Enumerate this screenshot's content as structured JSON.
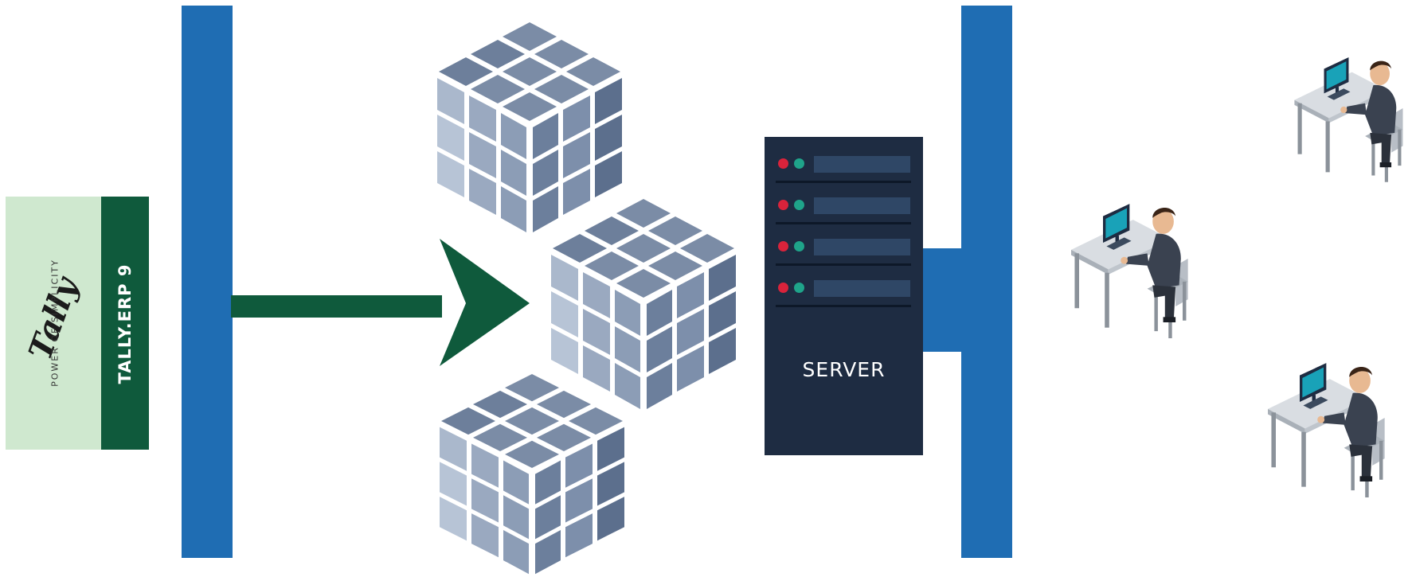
{
  "tally": {
    "logo_text": "Tally",
    "tagline": "POWER OF SIMPLICITY",
    "product": "TALLY.ERP 9",
    "colors": {
      "light_panel": "#cfe8cf",
      "dark_panel": "#0f5a3c"
    }
  },
  "server": {
    "label": "SERVER",
    "rack_rows": 4,
    "colors": {
      "body": "#1e2c42",
      "led_red": "#d9233b",
      "led_green": "#1fa48a"
    }
  },
  "colors": {
    "bus": "#1f6db3",
    "arrow": "#0f5a3c",
    "cube_light": "#b7c4d6",
    "cube_mid": "#8c9db6",
    "cube_dark": "#5c6f8d"
  },
  "icons": [
    "tally-logo",
    "data-cube-icon",
    "server-rack-icon",
    "office-worker-icon"
  ]
}
